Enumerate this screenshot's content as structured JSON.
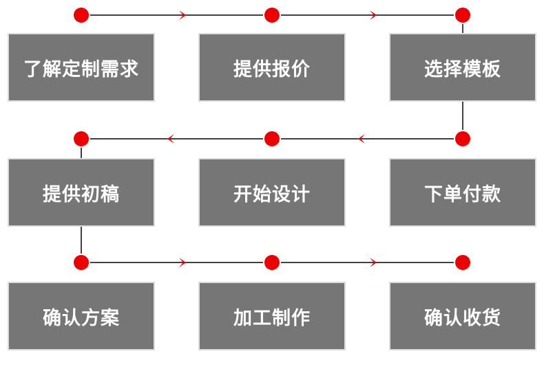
{
  "colors": {
    "box_fill": "#767676",
    "box_border": "#dcdcdc",
    "label_text": "#ffffff",
    "connector_line": "#000000",
    "node_fill": "#ee0000",
    "arrow": "#ee0000"
  },
  "steps": [
    {
      "label": "了解定制需求"
    },
    {
      "label": "提供报价"
    },
    {
      "label": "选择模板"
    },
    {
      "label": "下单付款"
    },
    {
      "label": "开始设计"
    },
    {
      "label": "提供初稿"
    },
    {
      "label": "确认方案"
    },
    {
      "label": "加工制作"
    },
    {
      "label": "确认收货"
    }
  ],
  "rows": [
    {
      "direction": "right",
      "steps": [
        0,
        1,
        2
      ]
    },
    {
      "direction": "left",
      "steps": [
        3,
        4,
        5
      ]
    },
    {
      "direction": "right",
      "steps": [
        6,
        7,
        8
      ]
    }
  ],
  "node_icon": "red-circle-node-icon",
  "arrow_icon": "red-chevron-arrow-icon"
}
